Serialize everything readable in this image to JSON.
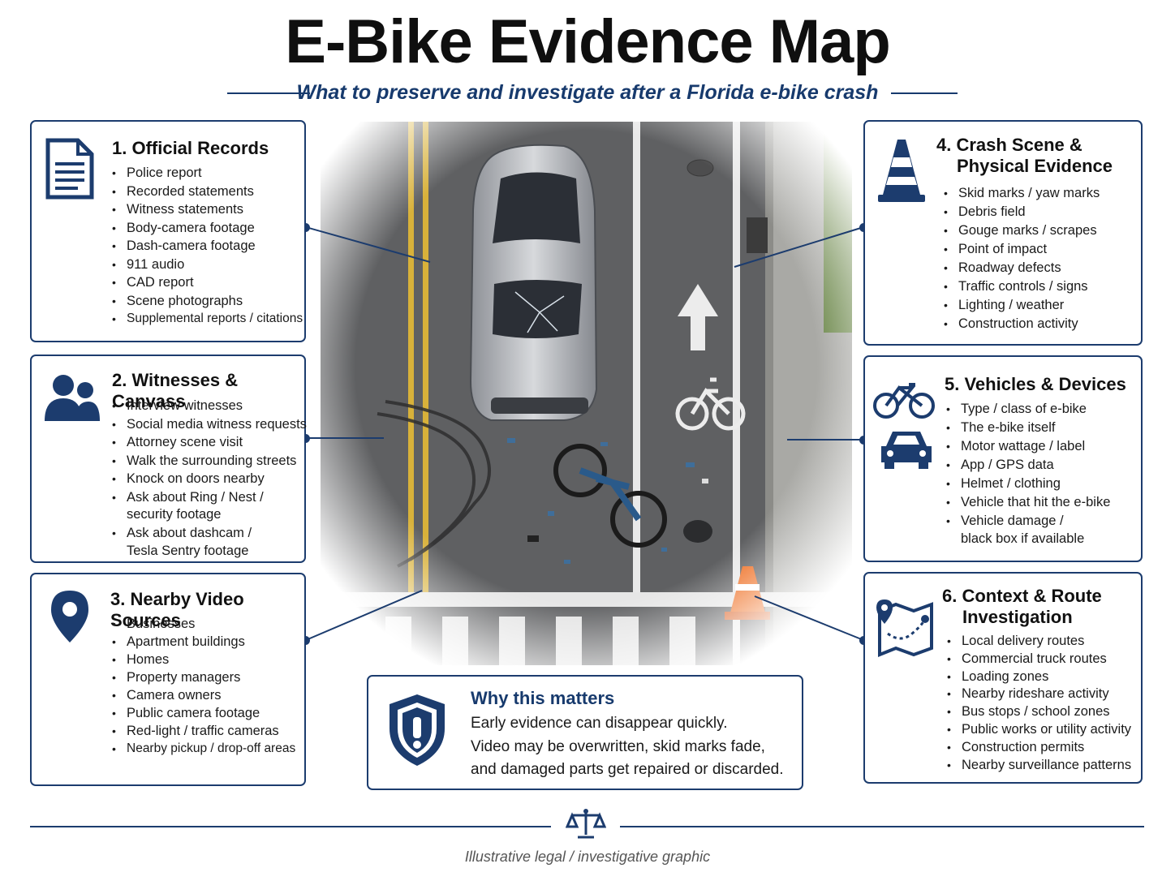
{
  "header": {
    "title": "E-Bike Evidence Map",
    "subtitle": "What to preserve and investigate after a Florida e-bike crash"
  },
  "cards": {
    "c1": {
      "icon": "document-icon",
      "title": "1. Official Records",
      "items": [
        "Police report",
        "Recorded statements",
        "Witness statements",
        "Body-camera footage",
        "Dash-camera footage",
        "911 audio",
        "CAD report",
        "Scene photographs",
        "Supplemental reports / citations"
      ]
    },
    "c2": {
      "icon": "people-icon",
      "title": "2. Witnesses & Canvass",
      "items": [
        "Interview witnesses",
        "Social media witness requests",
        "Attorney scene visit",
        "Walk the surrounding streets",
        "Knock on doors nearby",
        "Ask about Ring / Nest /",
        "security footage",
        "Ask about dashcam /",
        "Tesla Sentry footage"
      ]
    },
    "c3": {
      "icon": "map-pin-icon",
      "title": "3. Nearby Video Sources",
      "items": [
        "Businesses",
        "Apartment buildings",
        "Homes",
        "Property managers",
        "Camera owners",
        "Public camera footage",
        "Red-light / traffic cameras",
        "Nearby pickup / drop-off areas"
      ]
    },
    "c4": {
      "icon": "traffic-cone-icon",
      "title_line1": "4. Crash Scene &",
      "title_line2": "Physical Evidence",
      "items": [
        "Skid marks / yaw marks",
        "Debris field",
        "Gouge marks / scrapes",
        "Point of impact",
        "Roadway defects",
        "Traffic controls / signs",
        "Lighting / weather",
        "Construction activity"
      ]
    },
    "c5": {
      "icon": "bicycle-and-car-icon",
      "title": "5. Vehicles & Devices",
      "items": [
        "Type / class of e-bike",
        "The e-bike itself",
        "Motor wattage / label",
        "App / GPS data",
        "Helmet / clothing",
        "Vehicle that hit the e-bike",
        "Vehicle damage /",
        "black box if available"
      ]
    },
    "c6": {
      "icon": "route-map-icon",
      "title_line1": "6. Context & Route",
      "title_line2": "Investigation",
      "items": [
        "Local delivery routes",
        "Commercial truck routes",
        "Loading zones",
        "Nearby rideshare activity",
        "Bus stops / school zones",
        "Public works or utility activity",
        "Construction permits",
        "Nearby surveillance patterns"
      ]
    }
  },
  "why": {
    "icon": "shield-exclamation-icon",
    "heading": "Why this matters",
    "line1": "Early evidence can disappear quickly.",
    "line2": "Video may be overwritten, skid marks fade,",
    "line3": "and damaged parts get repaired or discarded."
  },
  "footer": {
    "icon": "scales-of-justice-icon",
    "note": "Illustrative legal / investigative graphic"
  },
  "colors": {
    "navy": "#1c3c6e",
    "subtitle_blue": "#173a6d",
    "road": "#5f6062",
    "yellow_line": "#d8b13a",
    "cone_orange": "#ee6a1c"
  }
}
